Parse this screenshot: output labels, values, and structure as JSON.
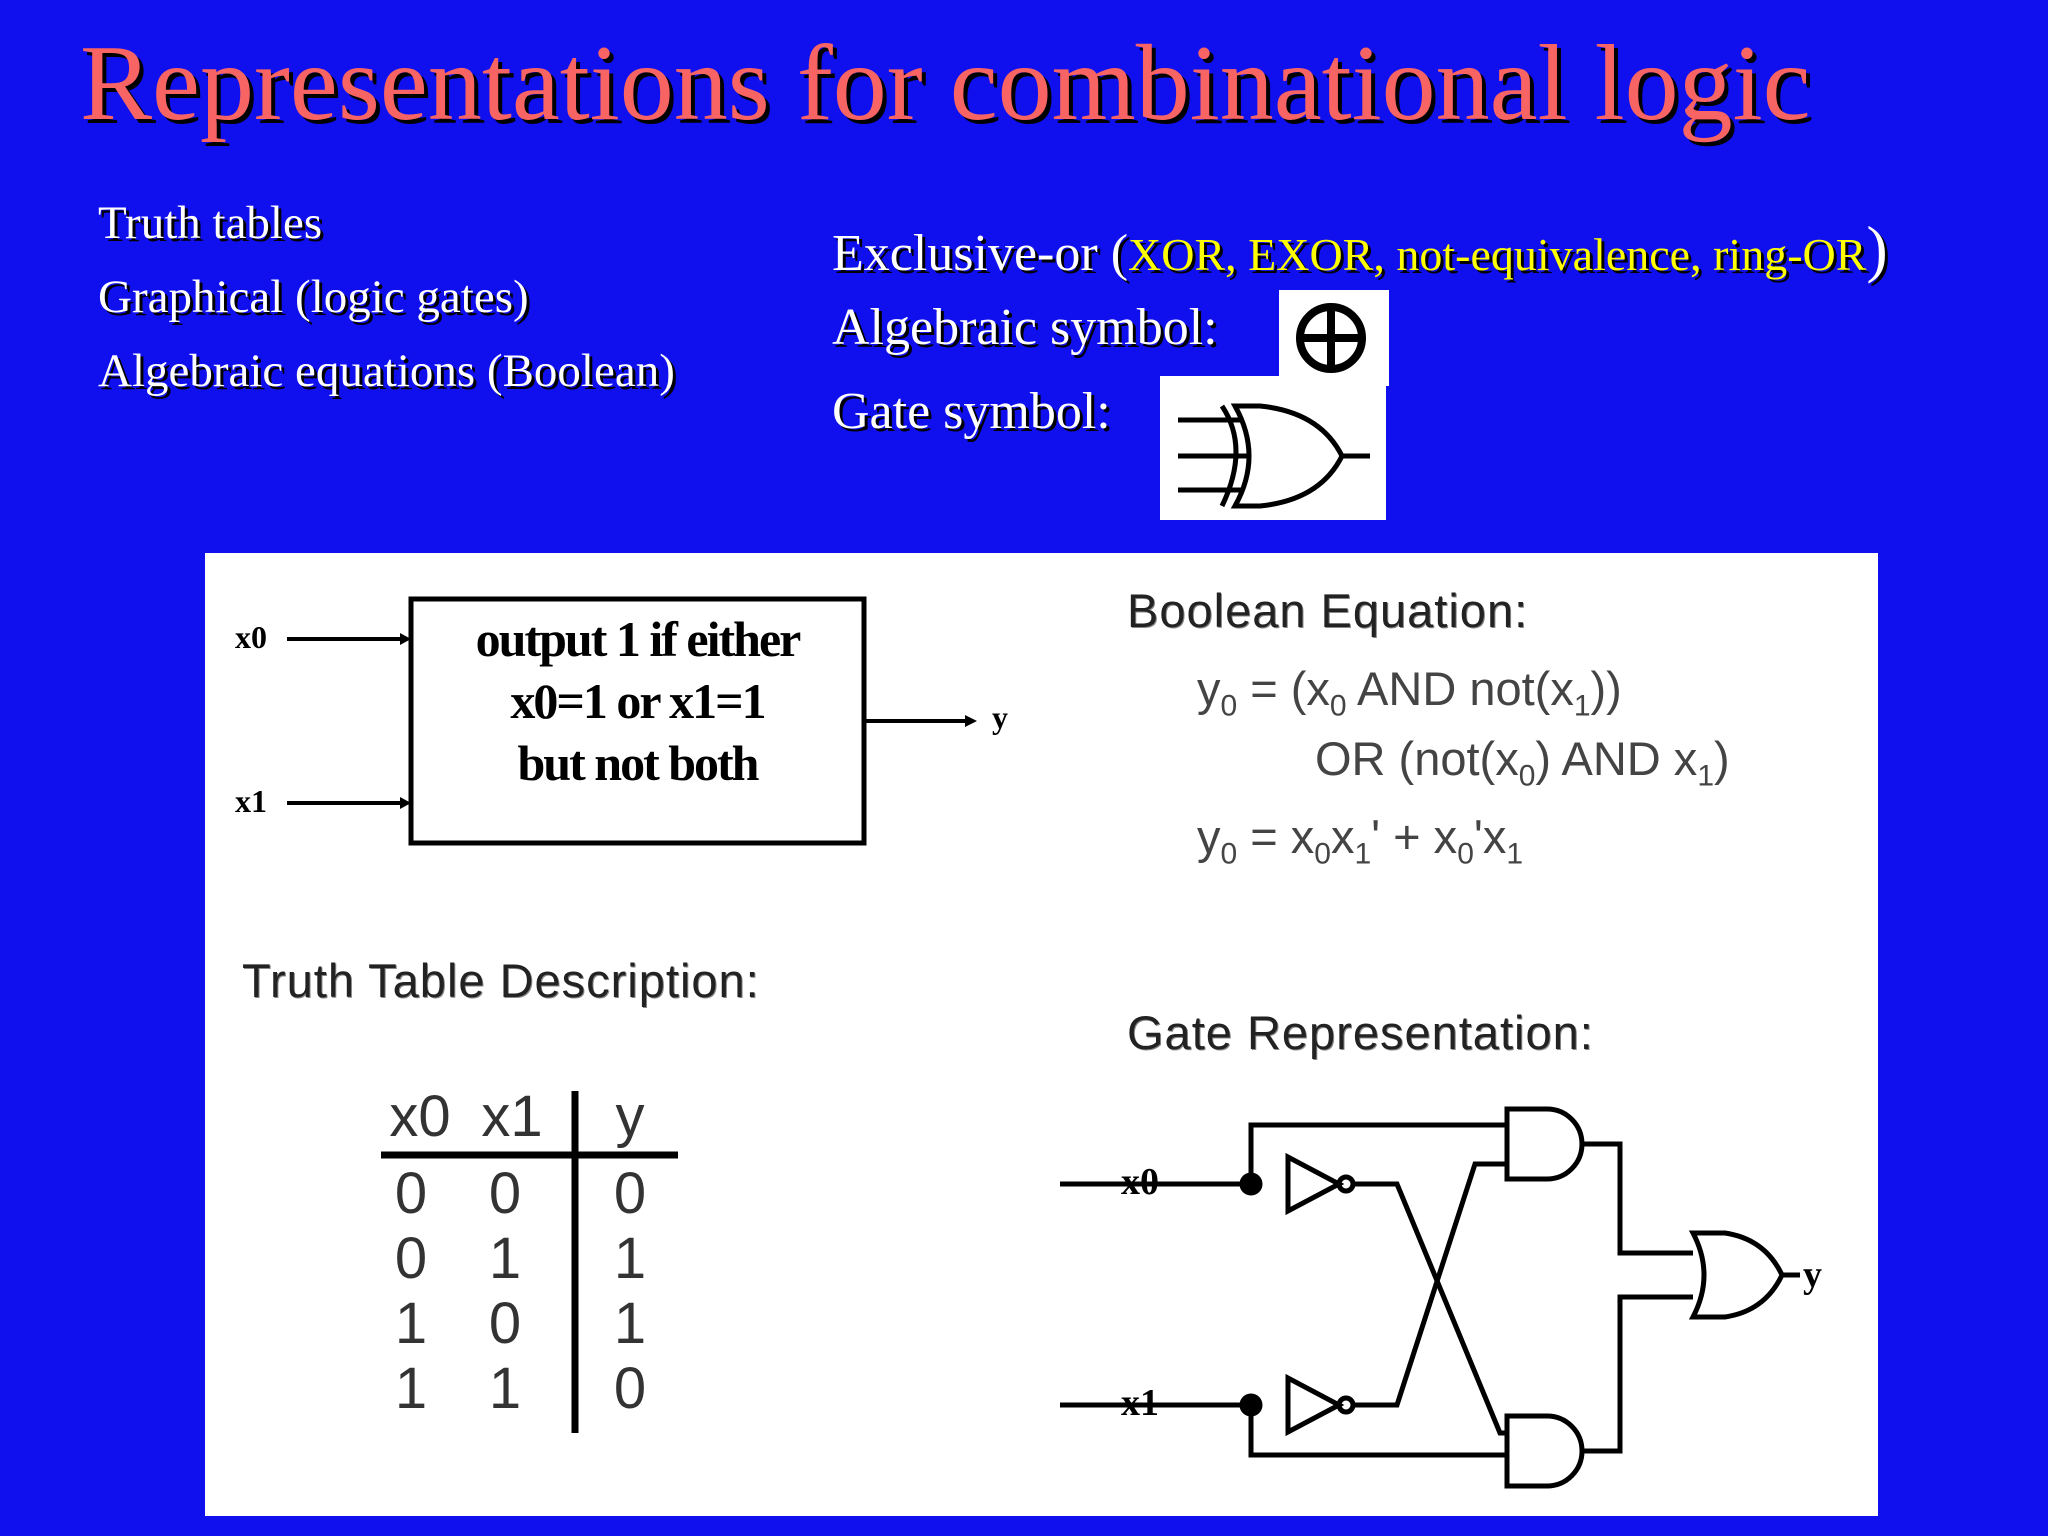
{
  "title": "Representations for combinational logic",
  "bullets": [
    "Truth tables",
    "Graphical (logic gates)",
    "Algebraic equations (Boolean)"
  ],
  "xor": {
    "lead": "Exclusive-or (",
    "aliases": "XOR, EXOR, not-equivalence, ring-OR",
    "close": ")",
    "algebraic_label": "Algebraic symbol:",
    "gate_label": "Gate symbol:"
  },
  "block": {
    "input0": "x0",
    "input1": "x1",
    "output": "y",
    "line1": "output 1 if either",
    "line2": "x0=1 or x1=1",
    "line3": "but not both"
  },
  "boolean": {
    "heading": "Boolean Equation:",
    "eq1_line1": [
      "y",
      "0",
      " = (x",
      "0",
      " AND not(x",
      "1",
      "))"
    ],
    "eq1_line2": [
      "OR (not(x",
      "0",
      ") AND x",
      "1",
      ")"
    ],
    "eq2": [
      "y",
      "0",
      " = x",
      "0",
      "x",
      "1",
      "' + x",
      "0",
      "'x",
      "1"
    ]
  },
  "truth_table": {
    "heading": "Truth Table Description:",
    "headers": [
      "x0",
      "x1",
      "y"
    ],
    "rows": [
      [
        "0",
        "0",
        "0"
      ],
      [
        "0",
        "1",
        "1"
      ],
      [
        "1",
        "0",
        "1"
      ],
      [
        "1",
        "1",
        "0"
      ]
    ]
  },
  "gate_rep": {
    "heading": "Gate Representation:",
    "input0": "x0",
    "input1": "x1",
    "output": "y"
  }
}
